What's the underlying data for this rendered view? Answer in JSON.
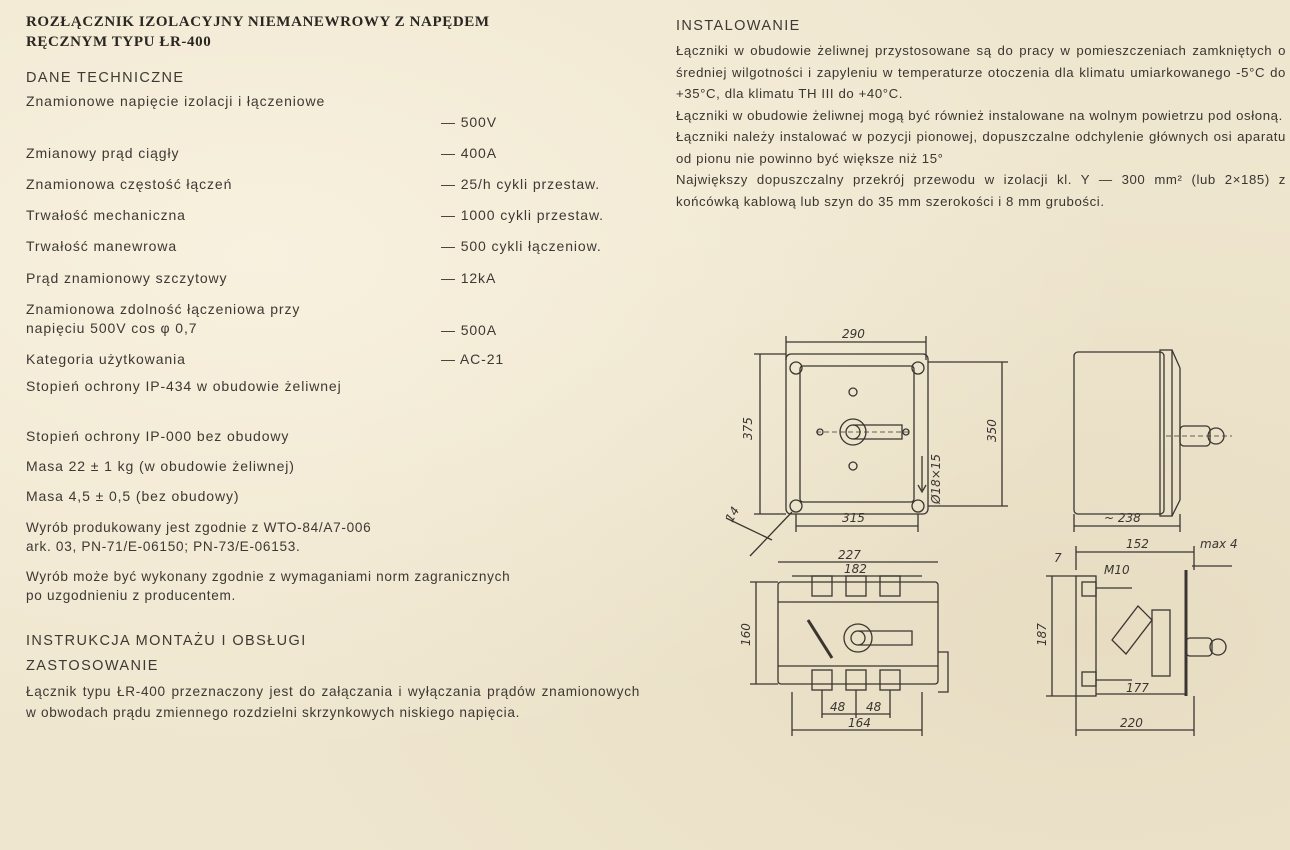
{
  "left": {
    "title_line1": "ROZŁĄCZNIK IZOLACYJNY NIEMANEWROWY Z NAPĘDEM",
    "title_line2": "RĘCZNYM TYPU ŁR-400",
    "tech_heading": "DANE TECHNICZNE",
    "specs": [
      {
        "label": "Znamionowe napięcie izolacji i łączeniowe",
        "value": "— 500V"
      },
      {
        "label": "Zmianowy prąd ciągły",
        "value": "— 400A"
      },
      {
        "label": "Znamionowa częstość łączeń",
        "value": "— 25/h cykli przestaw."
      },
      {
        "label": "Trwałość mechaniczna",
        "value": "— 1000 cykli przestaw."
      },
      {
        "label": "Trwałość manewrowa",
        "value": "— 500 cykli łączeniow."
      },
      {
        "label": "Prąd znamionowy szczytowy",
        "value": "— 12kA"
      },
      {
        "label": "Znamionowa zdolność łączeniowa przy napięciu 500V cos φ 0,7",
        "value": "— 500A"
      },
      {
        "label": "Kategoria użytkowania",
        "value": "— AC-21"
      },
      {
        "label": "Stopień ochrony IP-434 w obudowie żeliwnej",
        "value": ""
      },
      {
        "label": "Stopień ochrony IP-000 bez obudowy",
        "value": ""
      },
      {
        "label": "Masa 22 ± 1 kg (w obudowie żeliwnej)",
        "value": ""
      },
      {
        "label": "Masa 4,5 ± 0,5 (bez obudowy)",
        "value": ""
      }
    ],
    "produced_line1": "Wyrób produkowany jest zgodnie z WTO-84/A7-006",
    "produced_line2": "ark. 03, PN-71/E-06150; PN-73/E-06153.",
    "foreign_line1": "Wyrób może być wykonany zgodnie z wymaganiami norm zagranicznych",
    "foreign_line2": "po uzgodnieniu z producentem.",
    "instr_heading": "INSTRUKCJA MONTAŻU I OBSŁUGI",
    "zast_heading": "ZASTOSOWANIE",
    "zast_text": "Łącznik typu ŁR-400 przeznaczony jest do załączania i wyłączania prądów znamionowych w obwodach prądu zmiennego rozdzielni skrzynkowych niskiego napięcia."
  },
  "right": {
    "heading": "INSTALOWANIE",
    "paragraphs": [
      "Łączniki w obudowie żeliwnej przystosowane są do pracy w pomieszczeniach zamkniętych o średniej wilgotności i zapyleniu w temperaturze otoczenia dla klimatu umiarkowanego -5°C do +35°C, dla klimatu TH III do +40°C.",
      "Łączniki w obudowie żeliwnej mogą być również instalowane na wolnym powietrzu pod osłoną.",
      "Łączniki należy instalować w pozycji pionowej, dopuszczalne odchylenie głównych osi aparatu od pionu nie powinno być większe niż 15°",
      "Największy dopuszczalny przekrój przewodu w izolacji kl. Y — 300 mm² (lub 2×185) z końcówką kablową lub szyn do 35 mm szerokości i 8 mm grubości."
    ]
  },
  "drawing": {
    "front": {
      "top": "290",
      "left": "375",
      "right": "350",
      "bottom": "315",
      "hole": "Ø18×15",
      "corner": "14"
    },
    "side": {
      "bottom": "~ 238"
    },
    "open": {
      "top": "227",
      "inner": "182",
      "left": "160",
      "b1": "48",
      "b2": "48",
      "total": "164"
    },
    "side2": {
      "top": "152",
      "max": "max 4",
      "m": "7",
      "bolt": "M10",
      "left": "187",
      "inner": "177",
      "bottom": "220"
    }
  }
}
